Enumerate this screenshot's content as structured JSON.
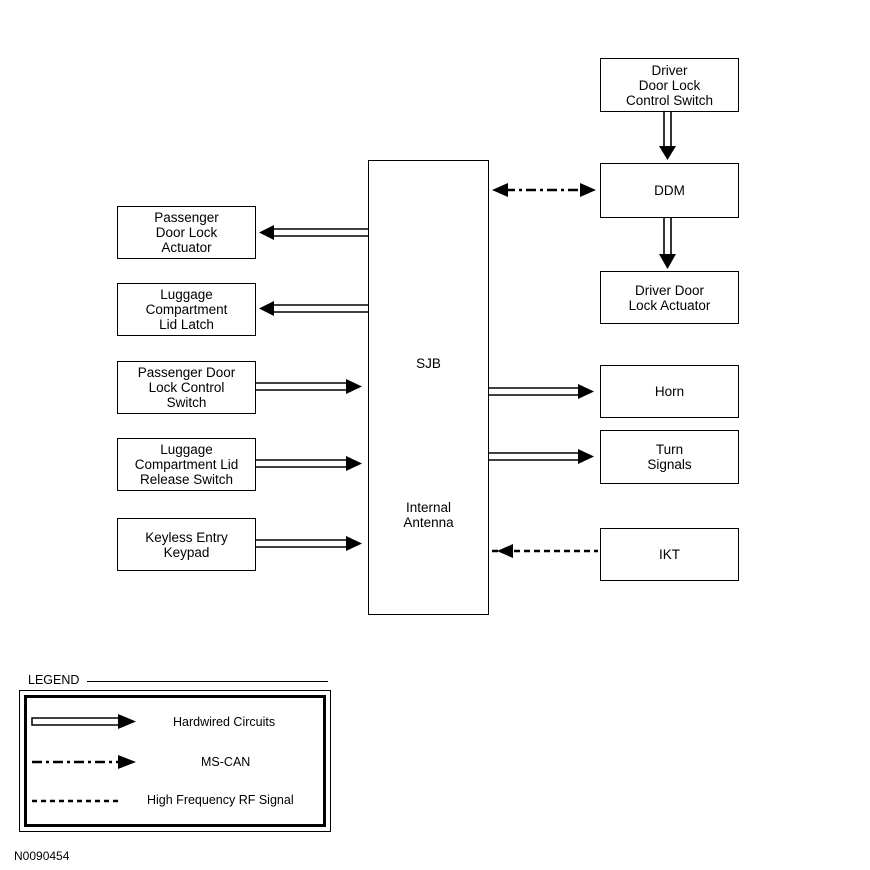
{
  "blocks": {
    "driver_switch": "Driver\nDoor Lock\nControl Switch",
    "ddm": "DDM",
    "driver_actuator": "Driver Door\nLock Actuator",
    "horn": "Horn",
    "turn_signals": "Turn\nSignals",
    "ikt": "IKT",
    "sjb": "SJB",
    "internal_antenna": "Internal\nAntenna",
    "passenger_actuator": "Passenger\nDoor Lock\nActuator",
    "luggage_latch": "Luggage\nCompartment\nLid Latch",
    "passenger_switch": "Passenger Door\nLock Control\nSwitch",
    "luggage_release": "Luggage\nCompartment Lid\nRelease Switch",
    "keypad": "Keyless Entry\nKeypad"
  },
  "legend": {
    "title": "LEGEND",
    "hardwired": "Hardwired Circuits",
    "mscan": "MS-CAN",
    "rf": "High Frequency RF Signal"
  },
  "figure_number": "N0090454"
}
